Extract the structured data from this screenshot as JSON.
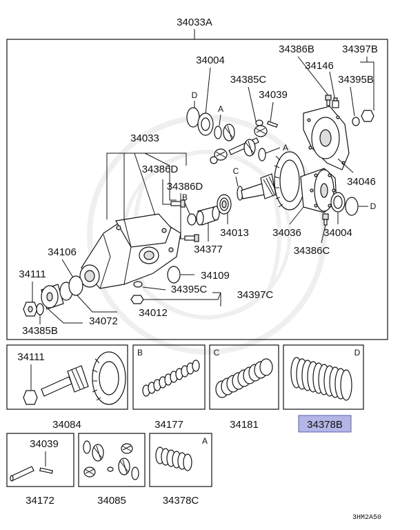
{
  "labels": {
    "assembly": "34033A",
    "p34033": "34033",
    "p34004_top": "34004",
    "p34386B": "34386B",
    "p34397B": "34397B",
    "p34146": "34146",
    "p34395B": "34395B",
    "p34385C": "34385C",
    "p34039_top": "34039",
    "p34386D_1": "34386D",
    "p34386D_2": "34386D",
    "p34046": "34046",
    "p34013": "34013",
    "p34036": "34036",
    "p34004_bot": "34004",
    "p34377": "34377",
    "p34386C": "34386C",
    "p34106": "34106",
    "p34109": "34109",
    "p34111_top": "34111",
    "p34395C": "34395C",
    "p34397C": "34397C",
    "p34012": "34012",
    "p34072": "34072",
    "p34385B": "34385B",
    "p34111_box": "34111",
    "p34084": "34084",
    "p34177": "34177",
    "p34181": "34181",
    "p34378B": "34378B",
    "p34039_box": "34039",
    "p34172": "34172",
    "p34085": "34085",
    "p34378C": "34378C"
  },
  "letters": {
    "a": "A",
    "b": "B",
    "c": "C",
    "d": "D"
  },
  "diagram_code": "3HM2A50",
  "colors": {
    "highlight_fill": "#b3b6e6",
    "highlight_border": "#5a5fb0"
  }
}
